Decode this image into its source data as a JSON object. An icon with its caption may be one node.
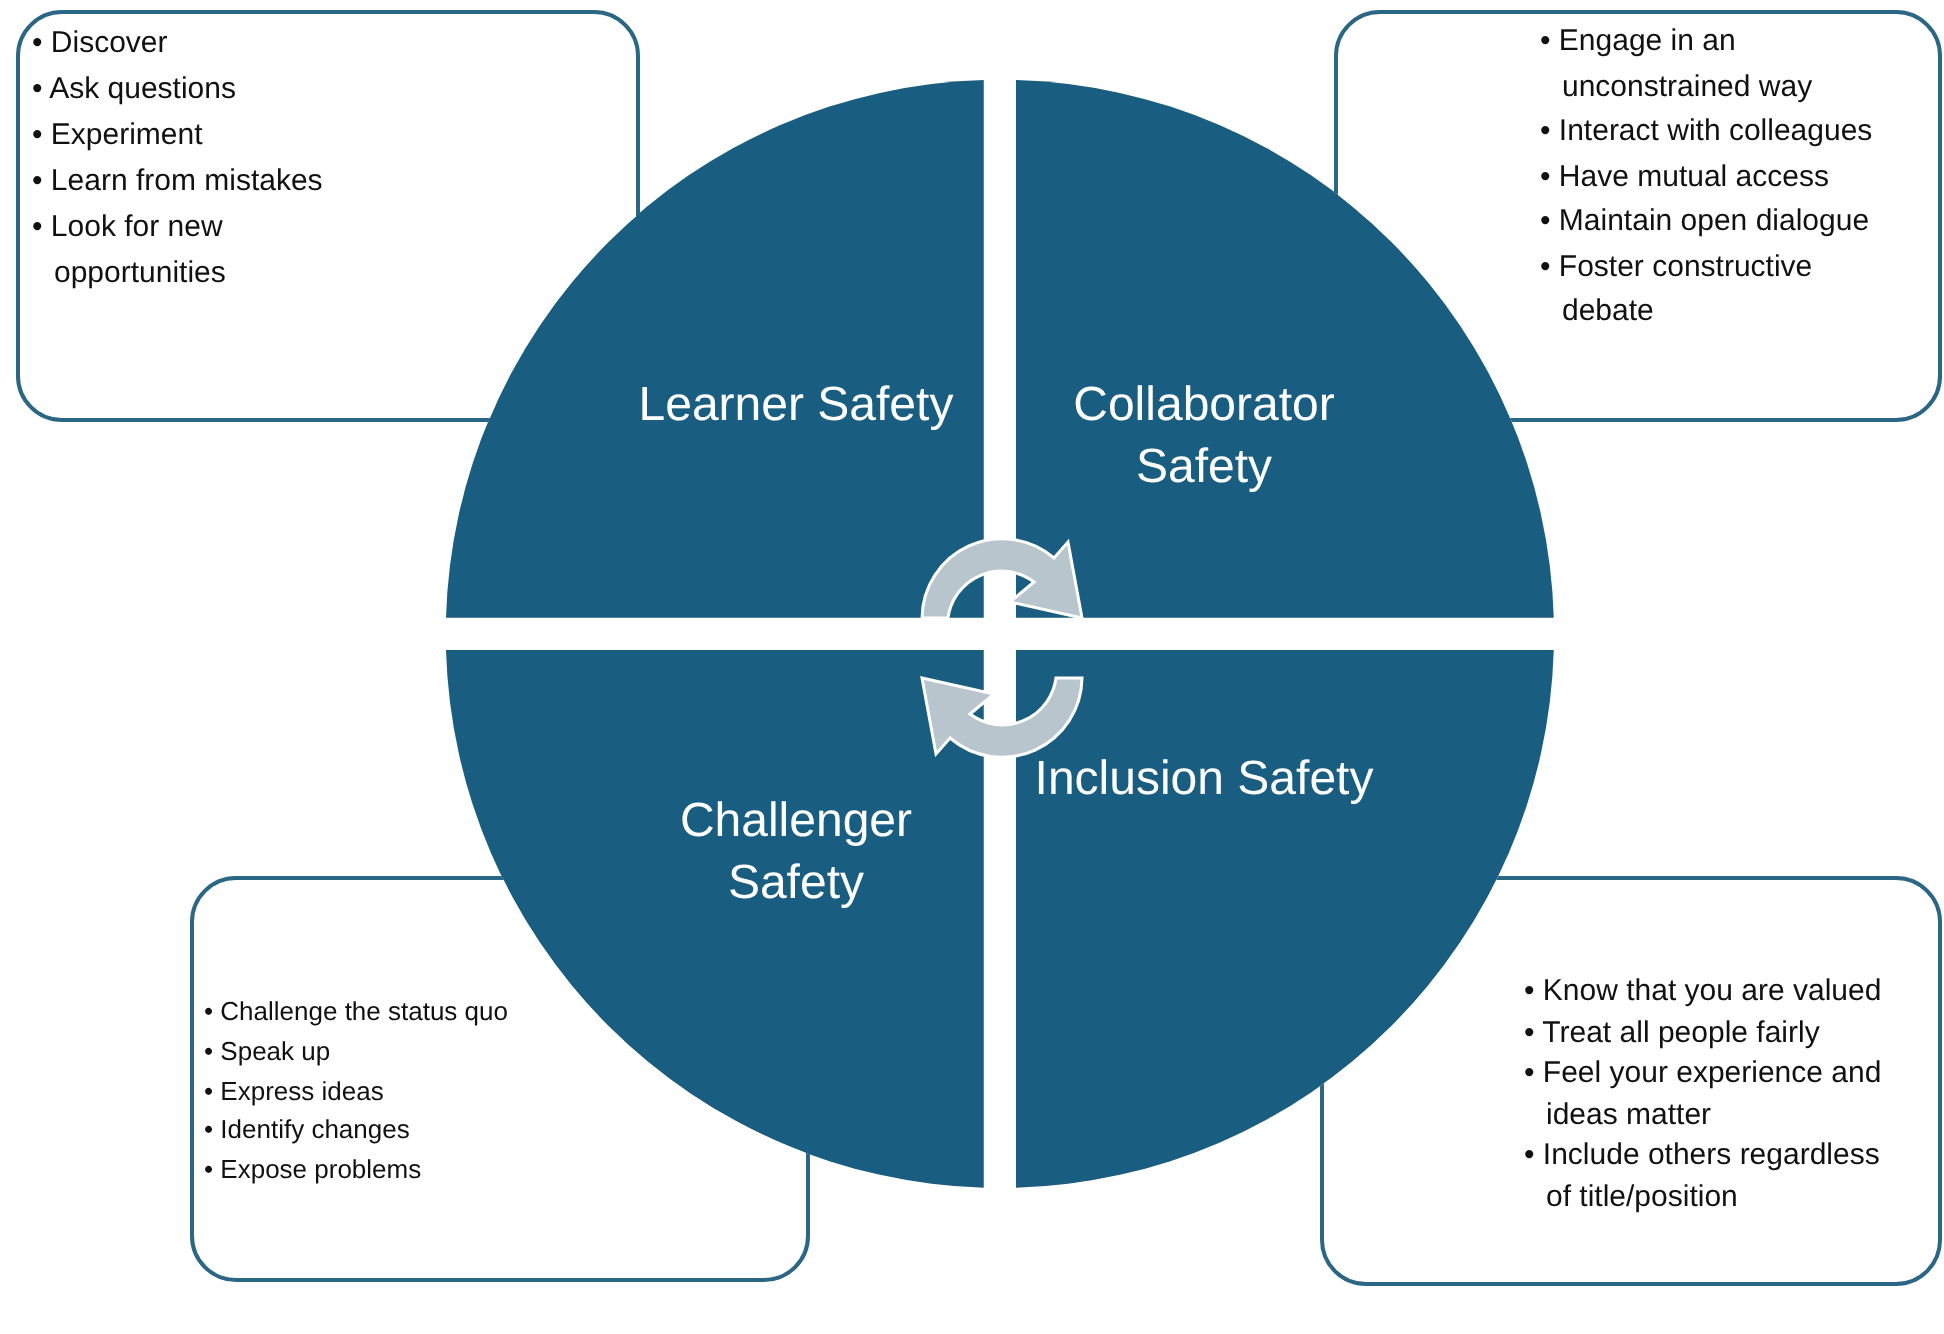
{
  "diagram": {
    "nodes": [
      {
        "text": [
          "• Discover",
          "• Ask questions",
          "• Experiment",
          "• Learn from mistakes",
          "• Look for new opportunities"
        ]
      },
      {
        "text": [
          "• Engage in an unconstrained way",
          "• Interact with colleagues",
          "• Have mutual access",
          "• Maintain open dialogue",
          "• Foster constructive debate"
        ]
      },
      {
        "text": [
          "Learner Safety"
        ]
      },
      {
        "text": [
          "Collaborator Safety"
        ]
      },
      {
        "text": [
          "Challenger Safety"
        ]
      },
      {
        "text": [
          "Inclusion Safety"
        ]
      },
      {
        "text": [
          "• Challenge the status quo",
          "• Speak up",
          "• Express ideas",
          "• Identify changes",
          "• Expose problems"
        ]
      },
      {
        "text": [
          "• Know that you are valued",
          "• Treat all people fairly",
          "• Feel your experience and ideas matter",
          "• Include others regardless of title/position"
        ]
      }
    ],
    "edges": []
  }
}
